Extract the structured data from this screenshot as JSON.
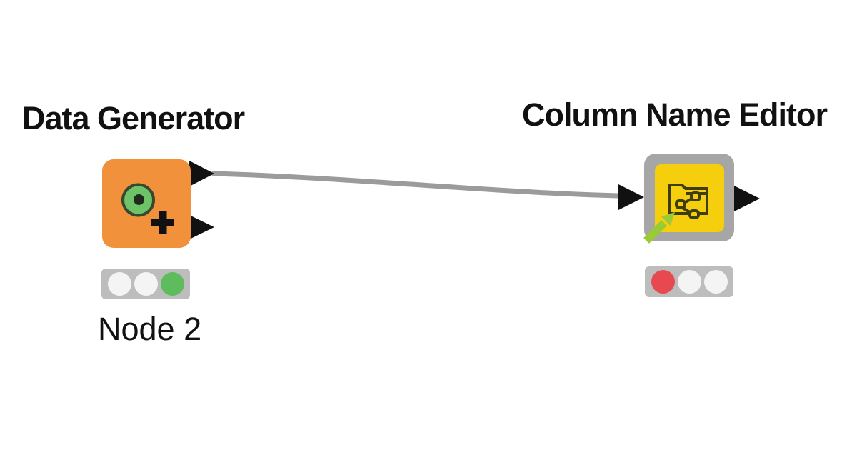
{
  "canvas": {
    "app": "workflow-editor",
    "background": "#ffffff"
  },
  "colors": {
    "canvas-white": "#ffffff",
    "title-black": "#111111",
    "node-orange": "#f1913c",
    "node-yellow": "#f5ce0d",
    "node-border-gray": "#a6a6a6",
    "port-black": "#111111",
    "wire-gray": "#9b9b9b",
    "traffic-bg": "#bdbdbd",
    "light-off": "#f4f4f4",
    "light-green": "#5fbc5c",
    "light-red": "#e8484f",
    "icon-green": "#6ec268",
    "icon-ring": "#36482e",
    "icon-dot": "#1e2b1a",
    "icon-dark": "#3d3d0e",
    "arrow-lime": "#9acb35"
  },
  "nodes": {
    "data_generator": {
      "title": "Data Generator",
      "label": "Node 2",
      "icon": "data-generator-icon",
      "output_ports": 2,
      "input_ports": 0,
      "status_lights": [
        "off",
        "off",
        "green"
      ]
    },
    "column_name_editor": {
      "title": "Column Name Editor",
      "icon": "folder-share-icon",
      "output_ports": 1,
      "input_ports": 1,
      "status_lights": [
        "red",
        "off",
        "off"
      ]
    }
  },
  "connections": [
    {
      "from": "data_generator",
      "from_port": 1,
      "to": "column_name_editor",
      "to_port": 1
    }
  ]
}
